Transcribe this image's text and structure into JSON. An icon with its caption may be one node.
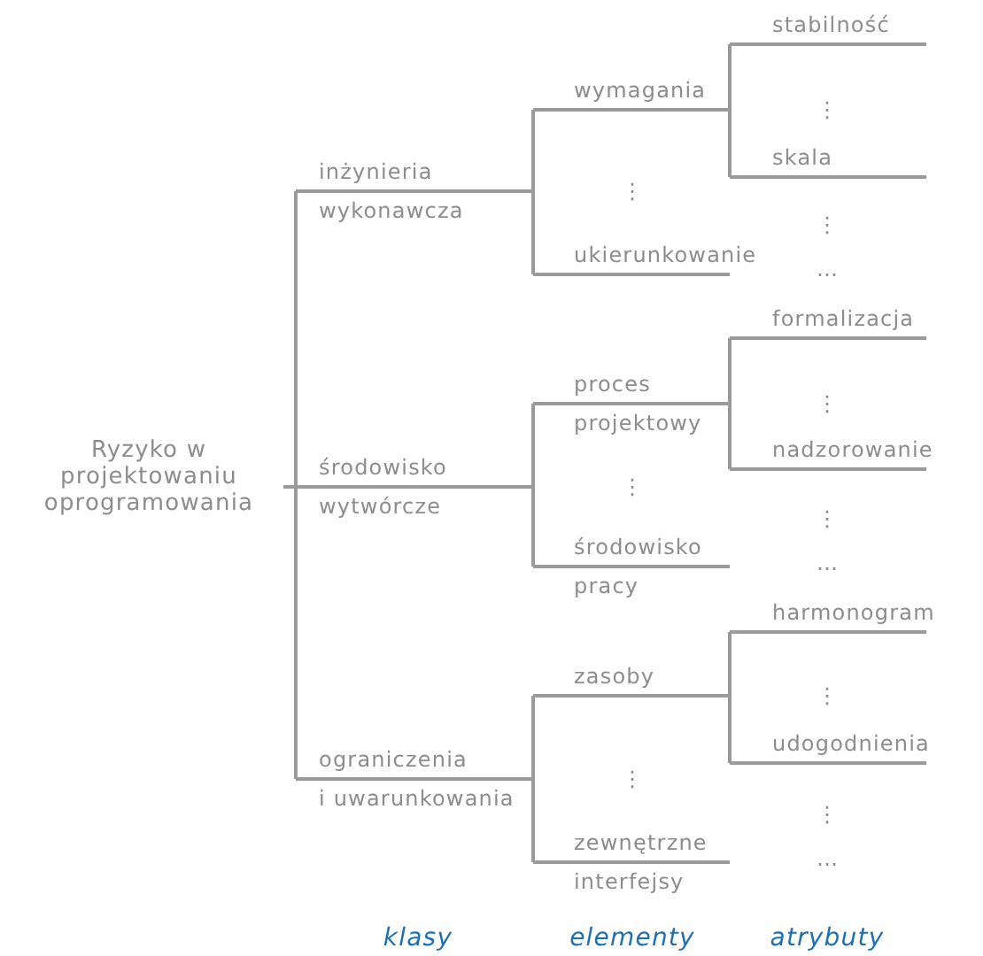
{
  "diagram": {
    "nodes": [
      {
        "text": [
          "Ryzyko w projektowaniu oprogramowania"
        ]
      },
      {
        "text": [
          "inżynieria",
          "wykonawcza"
        ]
      },
      {
        "text": [
          "środowisko",
          "wytwórcze"
        ]
      },
      {
        "text": [
          "ograniczenia",
          "i uwarunkowania"
        ]
      },
      {
        "text": [
          "wymagania"
        ]
      },
      {
        "text": [
          "ukierunkowanie"
        ]
      },
      {
        "text": [
          "proces",
          "projektowy"
        ]
      },
      {
        "text": [
          "środowisko",
          "pracy"
        ]
      },
      {
        "text": [
          "zasoby"
        ]
      },
      {
        "text": [
          "zewnętrzne",
          "interfejsy"
        ]
      },
      {
        "text": [
          "stabilność"
        ]
      },
      {
        "text": [
          "skala"
        ]
      },
      {
        "text": [
          "formalizacja"
        ]
      },
      {
        "text": [
          "nadzorowanie"
        ]
      },
      {
        "text": [
          "harmonogram"
        ]
      },
      {
        "text": [
          "udogodnienia"
        ]
      }
    ],
    "edges": [
      {
        "from": 0,
        "to": 1,
        "arrow": "none"
      },
      {
        "from": 0,
        "to": 2,
        "arrow": "none"
      },
      {
        "from": 0,
        "to": 3,
        "arrow": "none"
      },
      {
        "from": 1,
        "to": 4,
        "arrow": "none"
      },
      {
        "from": 1,
        "to": 5,
        "arrow": "none"
      },
      {
        "from": 2,
        "to": 6,
        "arrow": "none"
      },
      {
        "from": 2,
        "to": 7,
        "arrow": "none"
      },
      {
        "from": 3,
        "to": 8,
        "arrow": "none"
      },
      {
        "from": 3,
        "to": 9,
        "arrow": "none"
      },
      {
        "from": 4,
        "to": 10,
        "arrow": "none"
      },
      {
        "from": 4,
        "to": 11,
        "arrow": "none"
      },
      {
        "from": 6,
        "to": 12,
        "arrow": "none"
      },
      {
        "from": 6,
        "to": 13,
        "arrow": "none"
      },
      {
        "from": 8,
        "to": 14,
        "arrow": "none"
      },
      {
        "from": 8,
        "to": 15,
        "arrow": "none"
      }
    ],
    "labels": [
      "⋮",
      "⋮",
      "⋮",
      "…",
      "⋮",
      "⋮",
      "⋮",
      "…",
      "⋮",
      "⋮",
      "⋮",
      "…",
      "klasy",
      "elementy",
      "atrybuty"
    ]
  }
}
